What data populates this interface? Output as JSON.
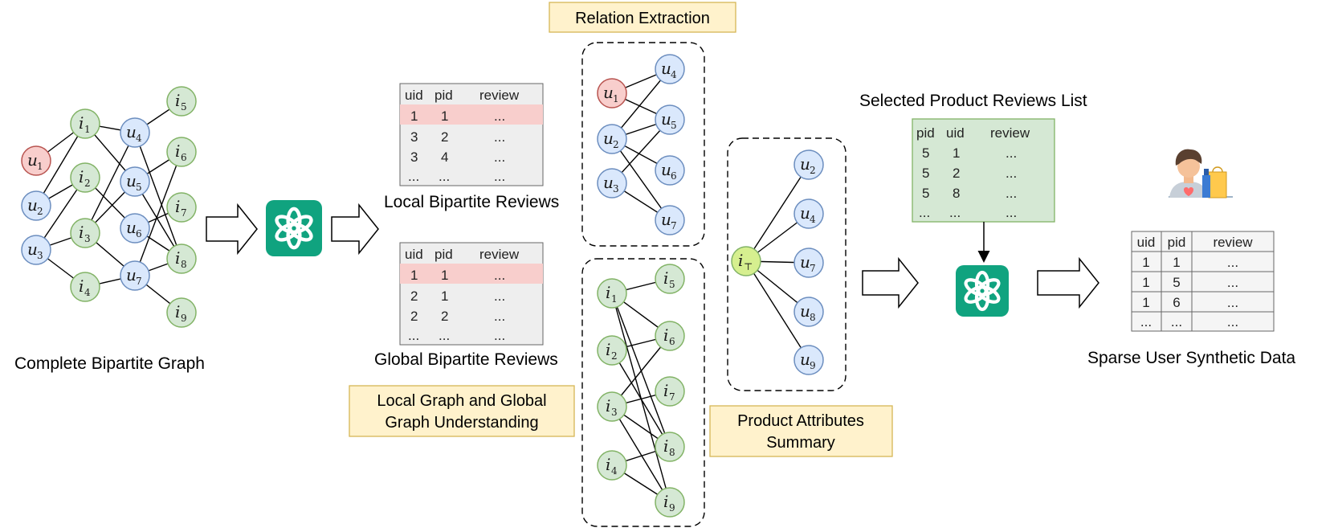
{
  "captions": {
    "complete_graph": "Complete Bipartite Graph",
    "local_reviews": "Local Bipartite Reviews",
    "global_reviews": "Global Bipartite Reviews",
    "selected_list": "Selected Product Reviews List",
    "sparse_data": "Sparse User Synthetic Data"
  },
  "labels": {
    "relation_extraction": "Relation Extraction",
    "graph_understanding_1": "Local Graph and Global",
    "graph_understanding_2": "Graph Understanding",
    "attributes_1": "Product Attributes",
    "attributes_2": "Summary"
  },
  "colors": {
    "user_red": "#f8cecc",
    "user_blue": "#dae8fc",
    "item_green": "#d5e8d4",
    "item_target": "#d6ef8f",
    "highlight_row": "#f8cecc",
    "label_box": "#fff2cc",
    "openai_green": "#10a37f"
  },
  "tables": {
    "local": {
      "headers": [
        "uid",
        "pid",
        "review"
      ],
      "rows": [
        [
          "1",
          "1",
          "..."
        ],
        [
          "3",
          "2",
          "..."
        ],
        [
          "3",
          "4",
          "..."
        ],
        [
          "...",
          "...",
          "..."
        ]
      ]
    },
    "global": {
      "headers": [
        "uid",
        "pid",
        "review"
      ],
      "rows": [
        [
          "1",
          "1",
          "..."
        ],
        [
          "2",
          "1",
          "..."
        ],
        [
          "2",
          "2",
          "..."
        ],
        [
          "...",
          "...",
          "..."
        ]
      ]
    },
    "selected": {
      "headers": [
        "pid",
        "uid",
        "review"
      ],
      "rows": [
        [
          "5",
          "1",
          "..."
        ],
        [
          "5",
          "2",
          "..."
        ],
        [
          "5",
          "8",
          "..."
        ],
        [
          "...",
          "...",
          "..."
        ]
      ]
    },
    "sparse": {
      "headers": [
        "uid",
        "pid",
        "review"
      ],
      "rows": [
        [
          "1",
          "1",
          "..."
        ],
        [
          "1",
          "5",
          "..."
        ],
        [
          "1",
          "6",
          "..."
        ],
        [
          "...",
          "...",
          "..."
        ]
      ]
    }
  },
  "nodes": {
    "u1": "u",
    "u2": "u",
    "u3": "u",
    "u4": "u",
    "u5": "u",
    "u6": "u",
    "u7": "u",
    "u8": "u",
    "u9": "u",
    "i1": "i",
    "i2": "i",
    "i3": "i",
    "i4": "i",
    "i5": "i",
    "i6": "i",
    "i7": "i",
    "i8": "i",
    "i9": "i",
    "iT": "i"
  },
  "node_subs": {
    "u1": "1",
    "u2": "2",
    "u3": "3",
    "u4": "4",
    "u5": "5",
    "u6": "6",
    "u7": "7",
    "u8": "8",
    "u9": "9",
    "i1": "1",
    "i2": "2",
    "i3": "3",
    "i4": "4",
    "i5": "5",
    "i6": "6",
    "i7": "7",
    "i8": "8",
    "i9": "9",
    "iT": "⊤"
  },
  "icons": [
    "openai-logo-icon",
    "openai-logo-icon",
    "openai-logo-icon",
    "shopper-icon",
    "arrow-right-icon"
  ]
}
